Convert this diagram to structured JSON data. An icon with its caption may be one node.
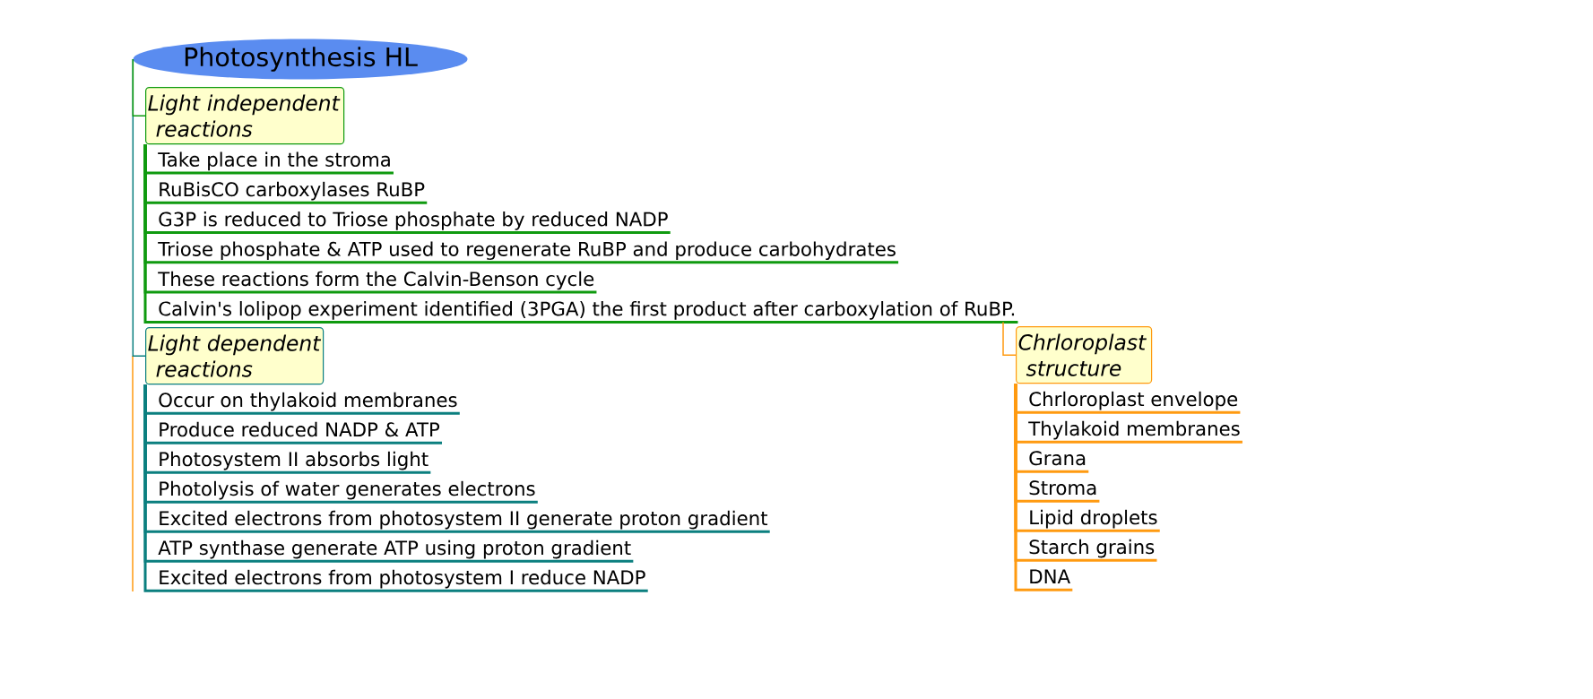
{
  "diagram": {
    "nodes": [
      {
        "text": [
          "Photosynthesis HL"
        ]
      },
      {
        "text": [
          "Light independent reactions"
        ]
      },
      {
        "text": [
          "Take place in the stroma"
        ]
      },
      {
        "text": [
          "RuBisCO carboxylases RuBP"
        ]
      },
      {
        "text": [
          "G3P is reduced to Triose phosphate by reduced NADP"
        ]
      },
      {
        "text": [
          "Triose phosphate & ATP used to regenerate RuBP and produce carbohydrates"
        ]
      },
      {
        "text": [
          "These reactions form the Calvin-Benson cycle"
        ]
      },
      {
        "text": [
          "Calvin's lolipop experiment identified (3PGA) the first product after carboxylation of RuBP."
        ]
      },
      {
        "text": [
          "Light dependent reactions"
        ]
      },
      {
        "text": [
          "Occur on thylakoid membranes"
        ]
      },
      {
        "text": [
          "Produce reduced NADP & ATP"
        ]
      },
      {
        "text": [
          "Photosystem II absorbs light"
        ]
      },
      {
        "text": [
          "Photolysis of water generates electrons"
        ]
      },
      {
        "text": [
          "Excited electrons from photosystem II generate proton gradient"
        ]
      },
      {
        "text": [
          "ATP synthase generate ATP using proton gradient"
        ]
      },
      {
        "text": [
          "Excited electrons from photosystem I reduce NADP"
        ]
      },
      {
        "text": [
          "Chrloroplast structure"
        ]
      },
      {
        "text": [
          "Chrloroplast envelope"
        ]
      },
      {
        "text": [
          "Thylakoid membranes"
        ]
      },
      {
        "text": [
          "Grana"
        ]
      },
      {
        "text": [
          "Stroma"
        ]
      },
      {
        "text": [
          "Lipid droplets"
        ]
      },
      {
        "text": [
          "Starch grains"
        ]
      },
      {
        "text": [
          "DNA"
        ]
      }
    ],
    "edges": [
      {
        "from": 0,
        "to": 1,
        "arrow": "none",
        "color": "#0f9a0f"
      },
      {
        "from": 1,
        "to": 2,
        "arrow": "none",
        "color": "#0f9a0f"
      },
      {
        "from": 1,
        "to": 3,
        "arrow": "none",
        "color": "#0f9a0f"
      },
      {
        "from": 1,
        "to": 4,
        "arrow": "none",
        "color": "#0f9a0f"
      },
      {
        "from": 1,
        "to": 5,
        "arrow": "none",
        "color": "#0f9a0f"
      },
      {
        "from": 1,
        "to": 6,
        "arrow": "none",
        "color": "#0f9a0f"
      },
      {
        "from": 1,
        "to": 7,
        "arrow": "none",
        "color": "#0f9a0f"
      },
      {
        "from": 0,
        "to": 8,
        "arrow": "none",
        "color": "#0b7f7f"
      },
      {
        "from": 8,
        "to": 9,
        "arrow": "none",
        "color": "#0b7f7f"
      },
      {
        "from": 8,
        "to": 10,
        "arrow": "none",
        "color": "#0b7f7f"
      },
      {
        "from": 8,
        "to": 11,
        "arrow": "none",
        "color": "#0b7f7f"
      },
      {
        "from": 8,
        "to": 12,
        "arrow": "none",
        "color": "#0b7f7f"
      },
      {
        "from": 8,
        "to": 13,
        "arrow": "none",
        "color": "#0b7f7f"
      },
      {
        "from": 8,
        "to": 14,
        "arrow": "none",
        "color": "#0b7f7f"
      },
      {
        "from": 8,
        "to": 15,
        "arrow": "none",
        "color": "#0b7f7f"
      },
      {
        "from": 7,
        "to": 16,
        "arrow": "none",
        "color": "#ff9a10"
      },
      {
        "from": 16,
        "to": 17,
        "arrow": "none",
        "color": "#ff9a10"
      },
      {
        "from": 16,
        "to": 18,
        "arrow": "none",
        "color": "#ff9a10"
      },
      {
        "from": 16,
        "to": 19,
        "arrow": "none",
        "color": "#ff9a10"
      },
      {
        "from": 16,
        "to": 20,
        "arrow": "none",
        "color": "#ff9a10"
      },
      {
        "from": 16,
        "to": 21,
        "arrow": "none",
        "color": "#ff9a10"
      },
      {
        "from": 16,
        "to": 22,
        "arrow": "none",
        "color": "#ff9a10"
      },
      {
        "from": 16,
        "to": 23,
        "arrow": "none",
        "color": "#ff9a10"
      }
    ]
  }
}
